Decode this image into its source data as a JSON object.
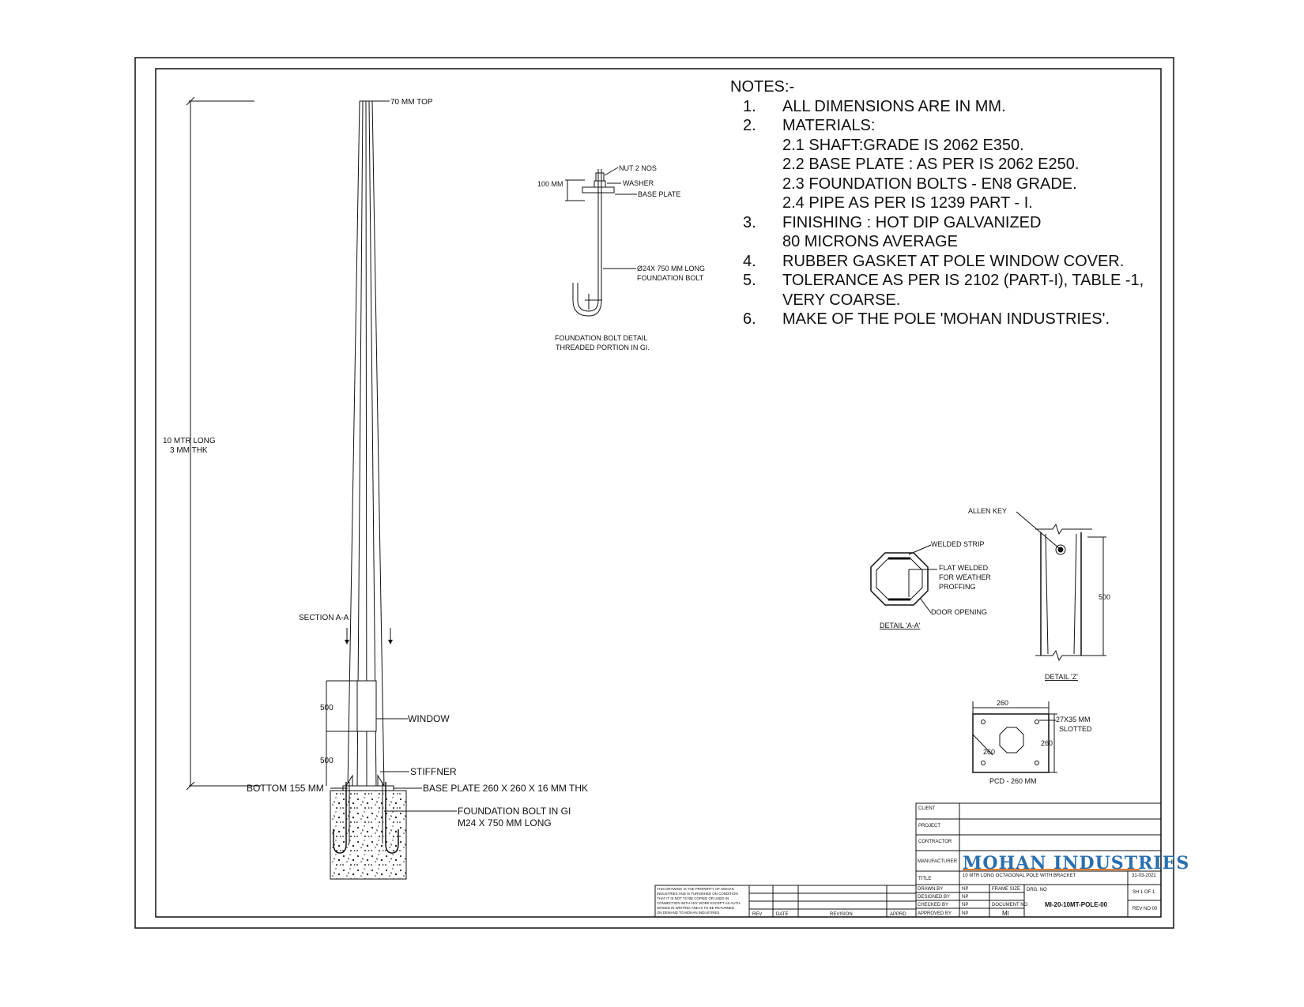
{
  "notes": {
    "heading": "NOTES:-",
    "items": [
      {
        "num": "1.",
        "text": "ALL DIMENSIONS ARE IN MM."
      },
      {
        "num": "2.",
        "text": "MATERIALS:"
      },
      {
        "sub": "2.1 SHAFT:GRADE IS 2062 E350."
      },
      {
        "sub": "2.2 BASE PLATE : AS PER IS 2062 E250."
      },
      {
        "sub": "2.3 FOUNDATION BOLTS - EN8 GRADE."
      },
      {
        "sub": "2.4 PIPE AS PER IS 1239 PART - I."
      },
      {
        "num": "3.",
        "text": "FINISHING : HOT DIP GALVANIZED"
      },
      {
        "sub": "80 MICRONS AVERAGE"
      },
      {
        "num": "4.",
        "text": "RUBBER GASKET AT POLE WINDOW COVER."
      },
      {
        "num": "5.",
        "text": "TOLERANCE AS PER IS 2102 (PART-I), TABLE -1,"
      },
      {
        "sub": "VERY COARSE."
      },
      {
        "num": "6.",
        "text": "MAKE OF THE POLE 'MOHAN INDUSTRIES'."
      }
    ]
  },
  "pole": {
    "top_label": "70 MM TOP",
    "length_label_1": "10 MTR LONG",
    "length_label_2": "3 MM THK",
    "section_label": "SECTION A-A",
    "window_label": "WINDOW",
    "dim_500_a": "500",
    "dim_500_b": "500",
    "stiffner_label": "STIFFNER",
    "bottom_label": "BOTTOM 155 MM",
    "base_plate_label": "BASE PLATE 260 X 260 X 16 MM THK",
    "foundation_label_1": "FOUNDATION BOLT IN GI",
    "foundation_label_2": "M24 X 750 MM LONG"
  },
  "bolt_detail": {
    "dim_100": "100 MM",
    "nut": "NUT 2 NOS",
    "washer": "WASHER",
    "base_plate": "BASE PLATE",
    "bolt_1": "Ø24X 750 MM LONG",
    "bolt_2": "FOUNDATION BOLT",
    "caption_1": "FOUNDATION BOLT DETAIL",
    "caption_2": "THREADED PORTION IN GI."
  },
  "detail_aa": {
    "welded_strip": "WELDED STRIP",
    "flat_1": "FLAT WELDED",
    "flat_2": "FOR WEATHER",
    "flat_3": "PROFFING",
    "door": "DOOR OPENING",
    "caption": "DETAIL 'A-A'"
  },
  "detail_z": {
    "allen_key": "ALLEN KEY",
    "dim_500": "500",
    "caption": "DETAIL 'Z'"
  },
  "base_plate_detail": {
    "dim_top": "260",
    "dim_right": "260",
    "dim_diag": "260",
    "slot_1": "27X35 MM",
    "slot_2": "SLOTTED",
    "pcd": "PCD - 260 MM"
  },
  "title_block": {
    "client": "CLIENT",
    "project": "PROJECT",
    "contractor": "CONTRACTOR",
    "manufacturer": "MANUFACTURER",
    "brand": "MOHAN INDUSTRIES",
    "title": "TITLE",
    "title_value": "10 MTR LONG OCTAGONAL POLE WITH BRACKET",
    "date_value": "31-03-2021",
    "drawn_by": "DRAWN BY",
    "designed_by": "DESIGNED BY",
    "checked_by": "CHECKED BY",
    "approved_by": "APPROVED BY",
    "initials_1": "NP",
    "initials_2": "NP",
    "initials_3": "NP",
    "initials_4": "NP",
    "drg_no": "DRG. NO",
    "sheet": "SH 1 OF 1",
    "drg_no_value": "MI-20-10MT-POLE-00",
    "rev_no": "REV NO 00",
    "mi": "MI",
    "small_1": "FRAME SIZE",
    "small_2": "DOCUMENT NO",
    "rev": "REV",
    "date": "DATE",
    "revision": "REVISION",
    "apprd": "APPRD",
    "disclaimer_1": "THIS DRAWING IS THE PROPERTY OF MOHAN",
    "disclaimer_2": "INDUSTRIES AND IS FURNISHED ON CONDITION",
    "disclaimer_3": "THAT IT IS NOT TO BE COPIED OR USED IN",
    "disclaimer_4": "CONNECTION WITH ANY WORK EXCEPT AS AUTH-",
    "disclaimer_5": "ORISED IN WRITING AND IS TO BE RETURNED",
    "disclaimer_6": "ON DEMAND TO MOHAN INDUSTRIES."
  },
  "colors": {
    "brand_blue": "#2a6fb0",
    "brand_orange": "#e07a2a",
    "line": "#111111"
  }
}
